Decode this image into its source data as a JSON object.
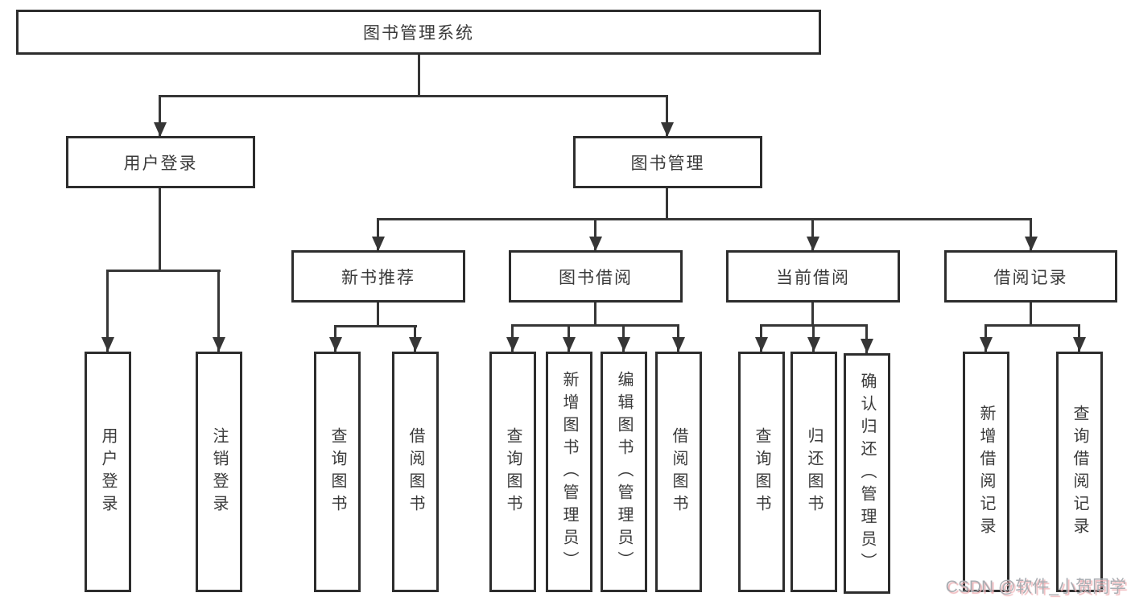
{
  "tree": {
    "root": {
      "label": "图书管理系统"
    },
    "branches": [
      {
        "label": "用户登录",
        "children": [
          {
            "label": "用户登录"
          },
          {
            "label": "注销登录"
          }
        ]
      },
      {
        "label": "图书管理",
        "sub": [
          {
            "label": "新书推荐",
            "children": [
              {
                "label": "查询图书"
              },
              {
                "label": "借阅图书"
              }
            ]
          },
          {
            "label": "图书借阅",
            "children": [
              {
                "label": "查询图书"
              },
              {
                "label": "新增图书（管理员）"
              },
              {
                "label": "编辑图书（管理员）"
              },
              {
                "label": "借阅图书"
              }
            ]
          },
          {
            "label": "当前借阅",
            "children": [
              {
                "label": "查询图书"
              },
              {
                "label": "归还图书"
              },
              {
                "label": "确认归还（管理员）"
              }
            ]
          },
          {
            "label": "借阅记录",
            "children": [
              {
                "label": "新增借阅记录"
              },
              {
                "label": "查询借阅记录"
              }
            ]
          }
        ]
      }
    ]
  },
  "watermark": {
    "text": "CSDN @软件_小贺同学"
  },
  "colors": {
    "line": "#363636",
    "box_border": "#2d2d2d",
    "text": "#3a3a3a",
    "background": "#ffffff",
    "watermark_text": "#a9adb2",
    "watermark_shadow": "#f0b6ba"
  }
}
